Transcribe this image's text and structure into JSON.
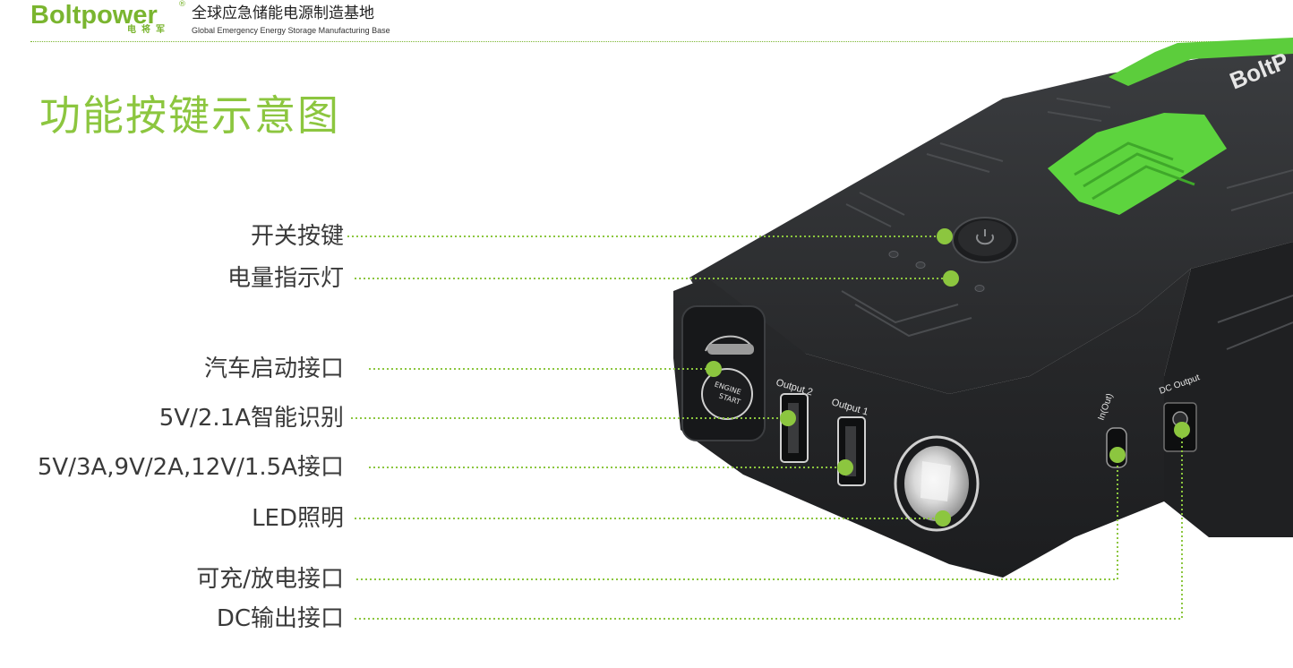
{
  "header": {
    "brand_name": "Boltpower",
    "brand_reg": "®",
    "brand_cn": "电将军",
    "tagline_cn": "全球应急储能电源制造基地",
    "tagline_en": "Global Emergency Energy Storage Manufacturing Base"
  },
  "page_title": "功能按键示意图",
  "callouts": [
    {
      "label": "开关按键"
    },
    {
      "label": "电量指示灯"
    },
    {
      "label": "汽车启动接口"
    },
    {
      "label": "5V/2.1A智能识别"
    },
    {
      "label": "5V/3A,9V/2A,12V/1.5A接口"
    },
    {
      "label": "LED照明"
    },
    {
      "label": "可充/放电接口"
    },
    {
      "label": "DC输出接口"
    }
  ],
  "device": {
    "brand_print": "BoltP",
    "engine_start_line1": "ENGINE",
    "engine_start_line2": "START",
    "output2": "Output 2",
    "output1": "Output 1",
    "in_out": "In(Out)",
    "dc_output": "DC Output"
  },
  "colors": {
    "accent": "#8cc63f",
    "accent_dark": "#7ab52f",
    "device_body": "#2b2d2f",
    "text": "#3a3a3a"
  }
}
